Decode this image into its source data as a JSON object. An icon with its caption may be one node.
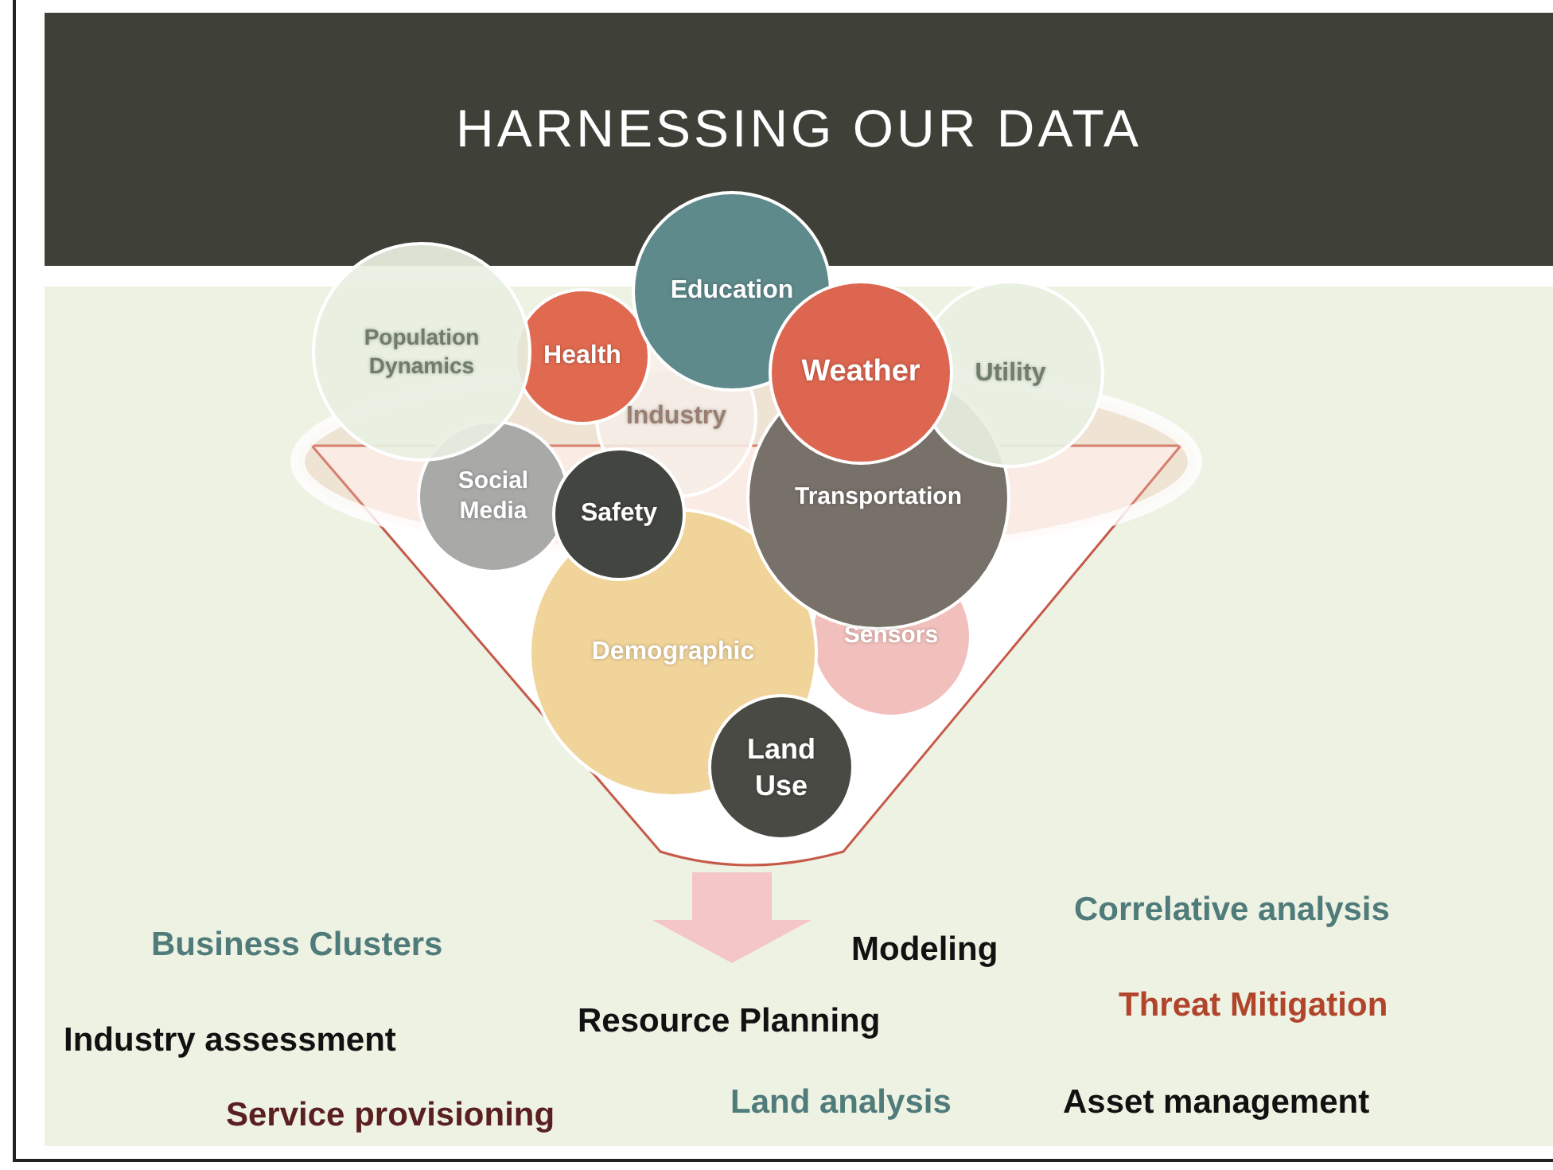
{
  "diagram": {
    "title": "HARNESSING OUR DATA",
    "nodes": [
      {
        "text": [
          "Population Dynamics"
        ]
      },
      {
        "text": [
          "Health"
        ]
      },
      {
        "text": [
          "Education"
        ]
      },
      {
        "text": [
          "Weather"
        ]
      },
      {
        "text": [
          "Utility"
        ]
      },
      {
        "text": [
          "Industry"
        ]
      },
      {
        "text": [
          "Social Media"
        ]
      },
      {
        "text": [
          "Safety"
        ]
      },
      {
        "text": [
          "Transportation"
        ]
      },
      {
        "text": [
          "Demographic"
        ]
      },
      {
        "text": [
          "Sensors"
        ]
      },
      {
        "text": [
          "Land Use"
        ]
      }
    ],
    "labels": [
      "Correlative analysis",
      "Business Clusters",
      "Modeling",
      "Threat Mitigation",
      "Industry assessment",
      "Resource Planning",
      "Service provisioning",
      "Land analysis",
      "Asset management"
    ]
  }
}
